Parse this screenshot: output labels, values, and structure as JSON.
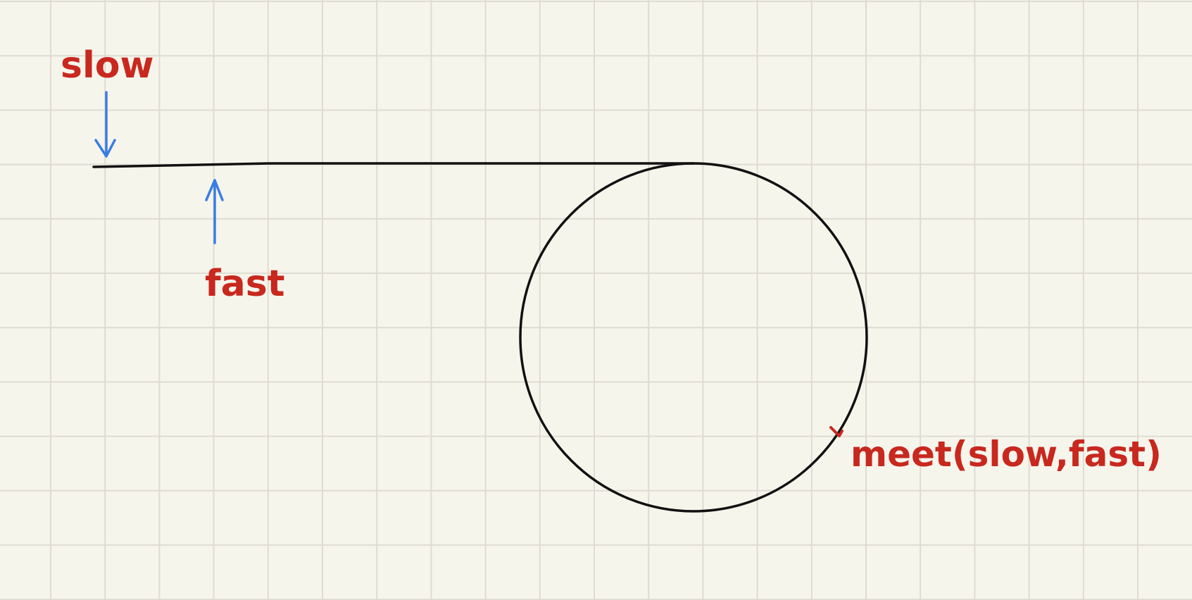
{
  "labels": {
    "slow": "slow",
    "fast": "fast",
    "meet": "meet(slow,fast)"
  },
  "colors": {
    "background": "#f6f5ec",
    "grid": "#dedcd2",
    "line": "#111111",
    "label": "#c8281e",
    "arrow": "#3a7de3"
  }
}
